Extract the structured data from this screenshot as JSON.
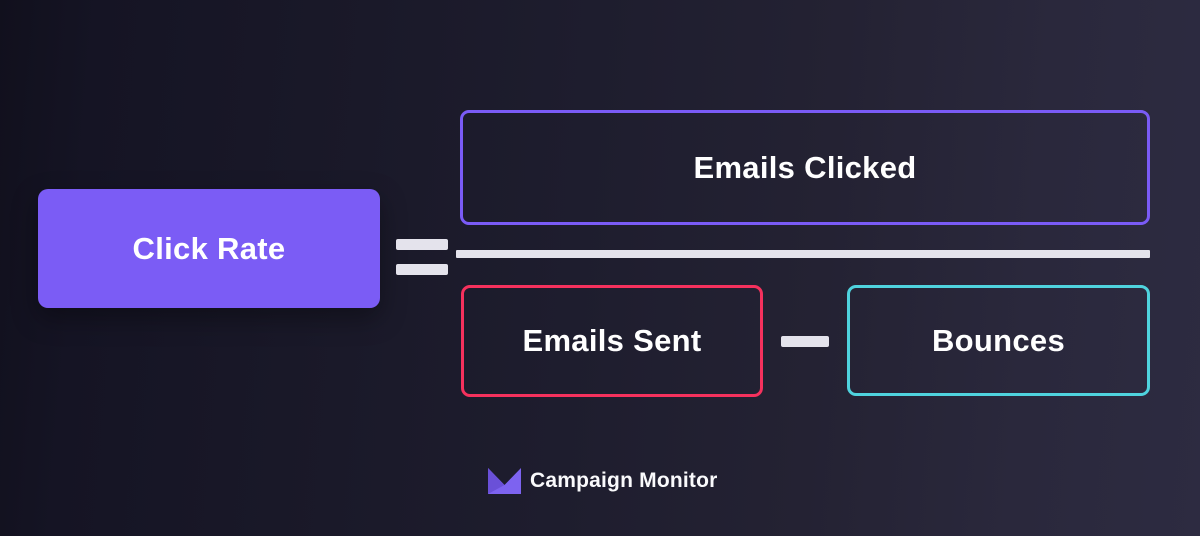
{
  "diagram": {
    "result_box": {
      "label": "Click Rate"
    },
    "equals_symbol": "=",
    "numerator_box": {
      "label": "Emails Clicked"
    },
    "denominator": {
      "left_box": {
        "label": "Emails Sent"
      },
      "minus_symbol": "−",
      "right_box": {
        "label": "Bounces"
      }
    }
  },
  "branding": {
    "logo_text": "Campaign Monitor",
    "logo_icon": "campaign-monitor-mark-icon"
  },
  "colors": {
    "result_box_fill": "#7b5cf5",
    "numerator_outline": "#7a5bf6",
    "emails_sent_outline": "#f5315d",
    "bounces_outline": "#4fd3de",
    "operator_bar": "#e4e3ec",
    "background_left": "#11101d",
    "background_right": "#2d2b41",
    "text": "#ffffff",
    "logo_purple": "#7d63f0"
  }
}
